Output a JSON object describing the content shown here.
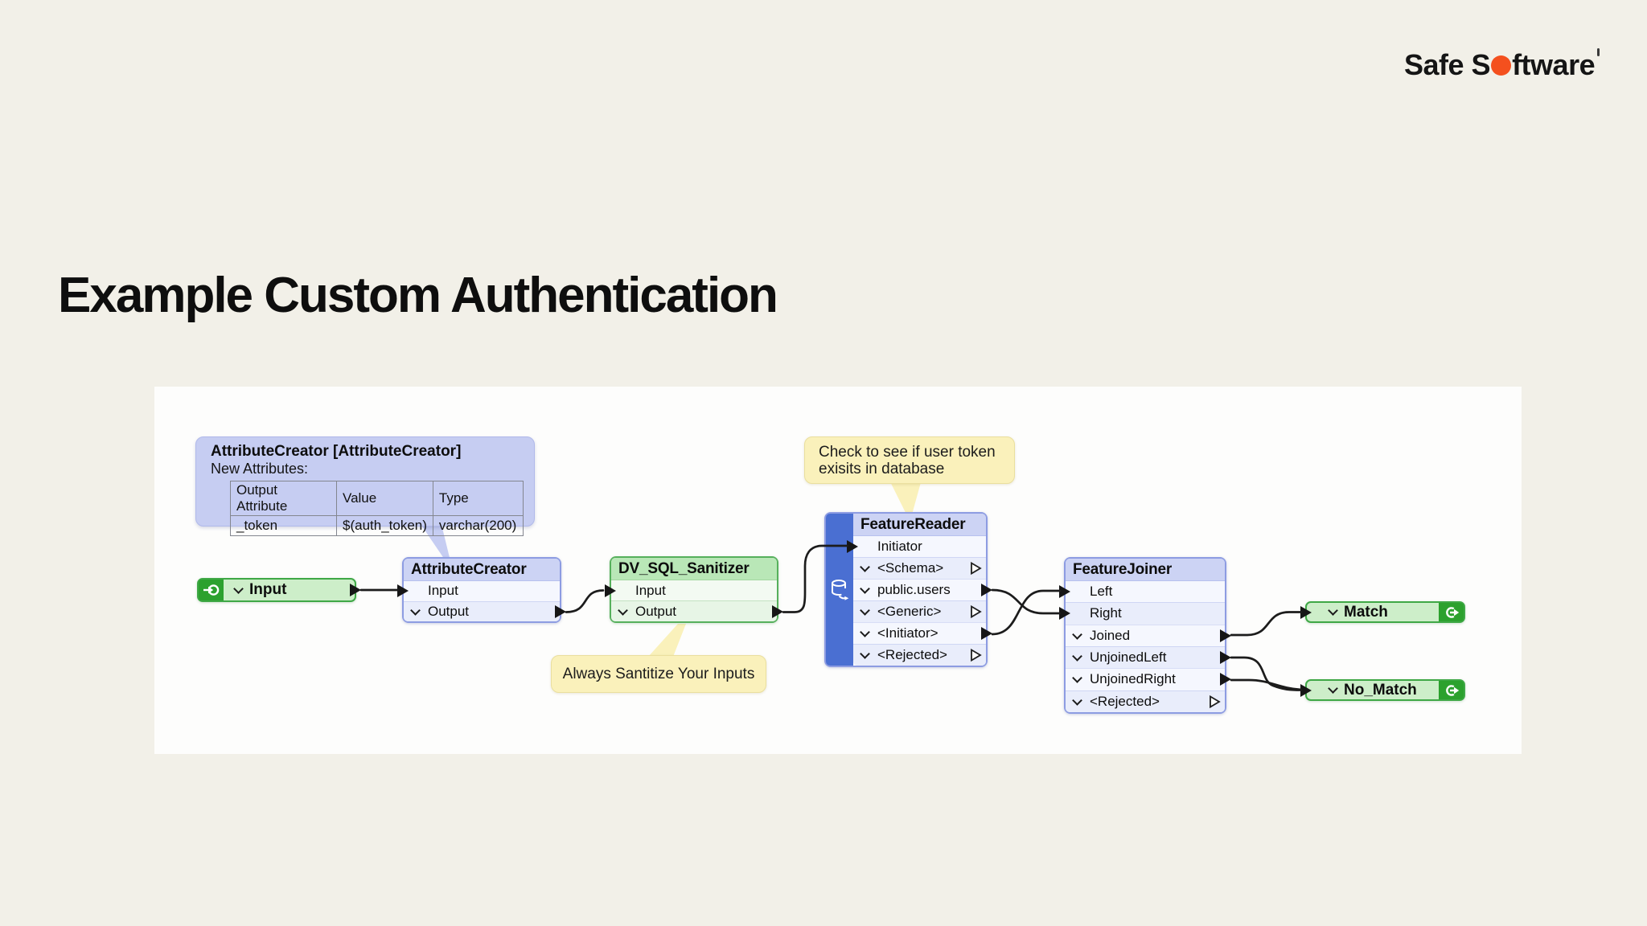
{
  "header": {
    "logo": {
      "part1": "Safe S",
      "part2": "ftware",
      "dot_color": "#F4501E"
    },
    "title": "Example Custom Authentication"
  },
  "canvas": {
    "annotation_attribute_creator": {
      "title": "AttributeCreator [AttributeCreator]",
      "subtitle": "New Attributes:",
      "table": {
        "headers": [
          "Output Attribute",
          "Value",
          "Type"
        ],
        "row": [
          "_token",
          "$(auth_token)",
          "varchar(200)"
        ]
      }
    },
    "note_sanitize": {
      "text": "Always Santitize Your Inputs"
    },
    "note_token": {
      "line1": "Check to see if user token",
      "line2": "exisits in database"
    },
    "input_node": {
      "label": "Input"
    },
    "attribute_creator": {
      "title": "AttributeCreator",
      "ports": [
        "Input",
        "Output"
      ]
    },
    "dv_sql_sanitizer": {
      "title": "DV_SQL_Sanitizer",
      "ports": [
        "Input",
        "Output"
      ]
    },
    "feature_reader": {
      "title": "FeatureReader",
      "ports": [
        "Initiator",
        "<Schema>",
        "public.users",
        "<Generic>",
        "<Initiator>",
        "<Rejected>"
      ]
    },
    "feature_joiner": {
      "title": "FeatureJoiner",
      "ports": [
        "Left",
        "Right",
        "Joined",
        "UnjoinedLeft",
        "UnjoinedRight",
        "<Rejected>"
      ]
    },
    "match_node": {
      "label": "Match"
    },
    "no_match_node": {
      "label": "No_Match"
    }
  },
  "colors": {
    "background": "#F2F0E8",
    "canvas": "#FDFDFC",
    "blue_header": "#CCD3F4",
    "blue_border": "#8D9CE2",
    "annotation_bg": "#C6CDF2",
    "reader_sidebar": "#4A6FD2",
    "green_header": "#B9E7B7",
    "green_border": "#56B05C",
    "terminal_green": "#2CA12E",
    "note_bg": "#FAF1BB",
    "wire": "#1C1C1C",
    "logo_dot": "#F4501E"
  }
}
